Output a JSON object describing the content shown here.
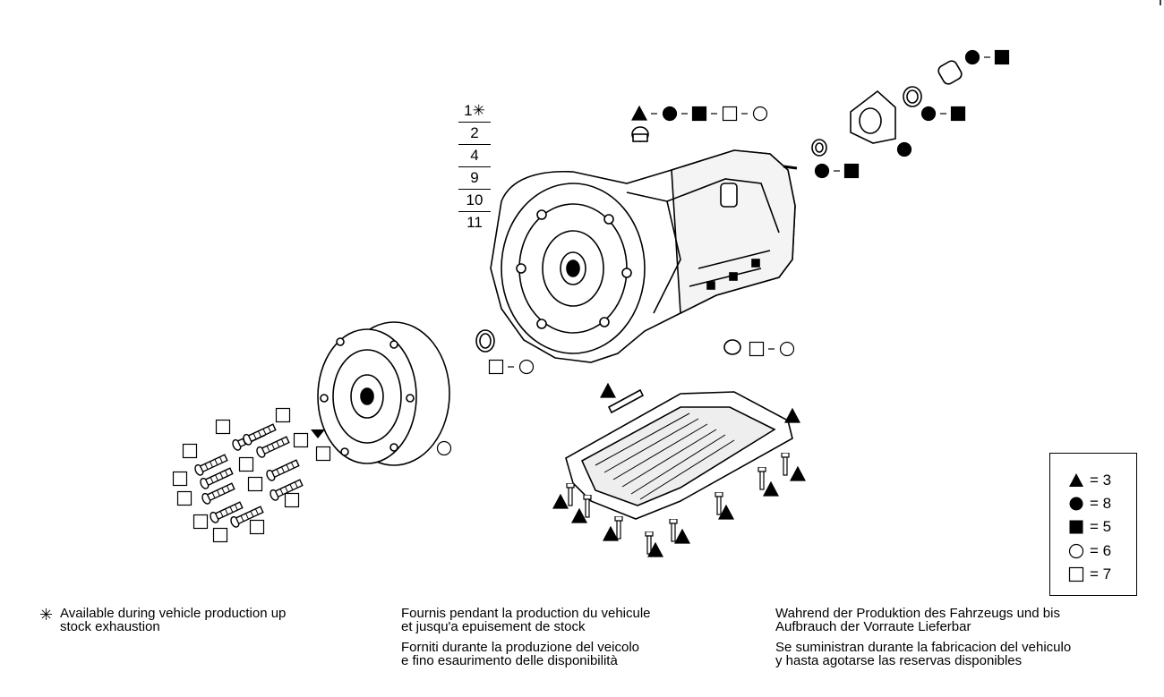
{
  "callouts": [
    "1✳",
    "2",
    "4",
    "9",
    "10",
    "11"
  ],
  "legend": [
    {
      "symbol": "triangle",
      "text": "= 3"
    },
    {
      "symbol": "circle-filled",
      "text": "= 8"
    },
    {
      "symbol": "square-filled",
      "text": "= 5"
    },
    {
      "symbol": "circle-open",
      "text": "= 6"
    },
    {
      "symbol": "square-open",
      "text": "= 7"
    }
  ],
  "notes": {
    "star": "✳",
    "en": "Available during vehicle production up\nstock exhaustion",
    "fr": "Fournis pendant la production du vehicule\net jusqu'a epuisement de stock",
    "it": "Forniti durante la produzione del veicolo\ne fino esaurimento delle disponibilità",
    "de": "Wahrend der Produktion des Fahrzeugs und bis\nAufbrauch der Vorraute Lieferbar",
    "es": "Se suministran durante la fabricacion del vehiculo\ny hasta agotarse las reservas disponibles"
  },
  "colors": {
    "ink": "#000000",
    "paper": "#ffffff"
  },
  "icons": [
    "triangle-icon",
    "filled-circle-icon",
    "filled-square-icon",
    "open-circle-icon",
    "open-square-icon",
    "asterisk-icon"
  ]
}
